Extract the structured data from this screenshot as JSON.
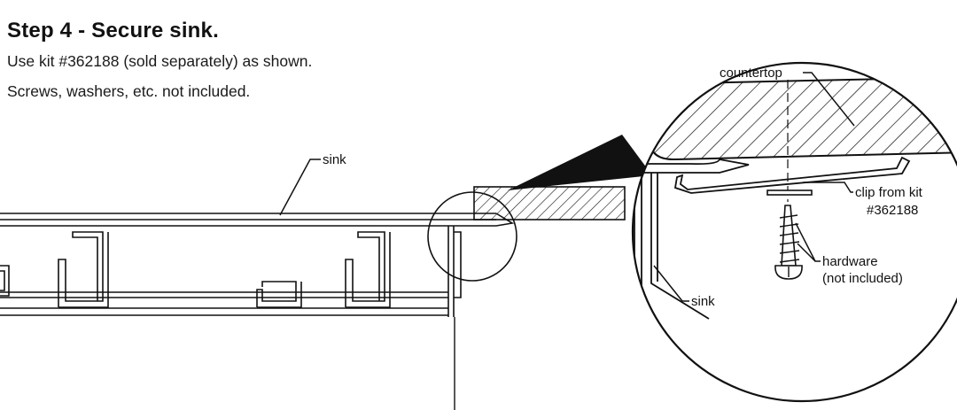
{
  "step": {
    "title": "Step 4 - Secure sink.",
    "instructions": [
      "Use kit #362188 (sold separately) as shown.",
      "Screws, washers, etc. not included."
    ]
  },
  "labels": {
    "sink_main": "sink",
    "countertop": "countertop",
    "clip_line1": "clip from kit",
    "clip_line2": "#362188",
    "hardware_line1": "hardware",
    "hardware_line2": "(not included)",
    "sink_detail": "sink"
  },
  "colors": {
    "ink": "#111111",
    "paper": "#ffffff"
  }
}
